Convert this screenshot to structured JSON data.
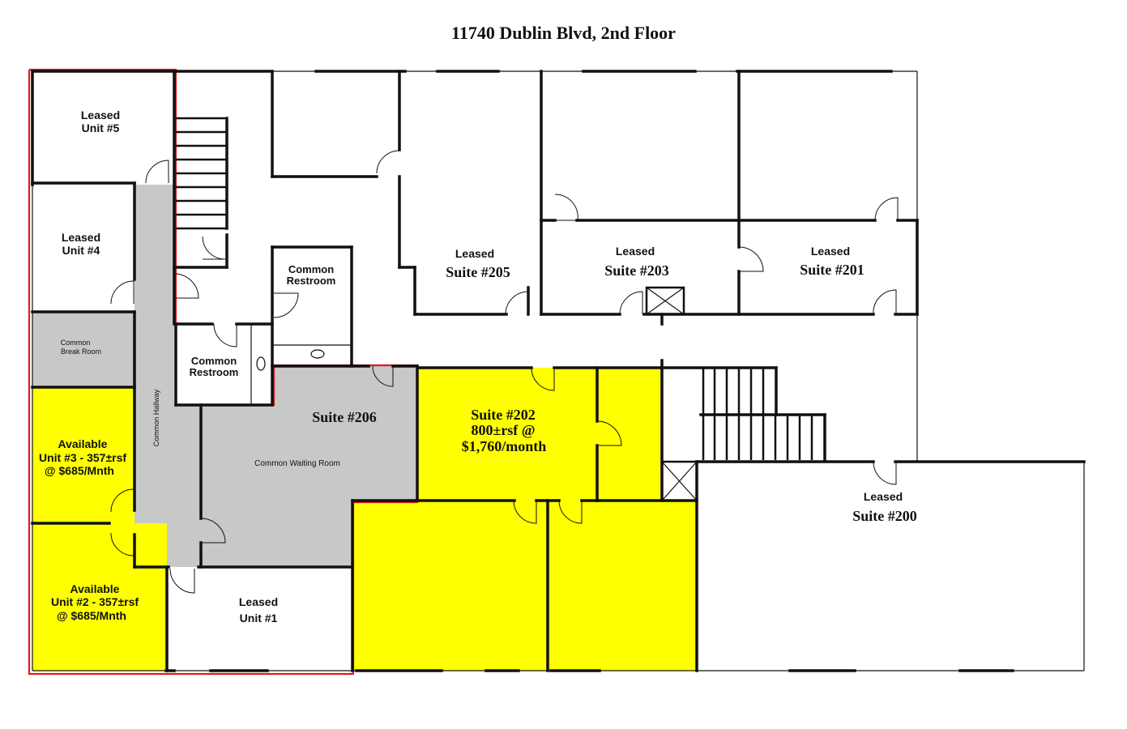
{
  "title": "11740 Dublin Blvd,  2nd Floor",
  "colors": {
    "available": "#ffff00",
    "common": "#c8c8c8",
    "outline": "#e01b1b",
    "wall": "#111111"
  },
  "rooms": {
    "unit5": {
      "line1": "Leased",
      "line2": "Unit #5"
    },
    "unit4": {
      "line1": "Leased",
      "line2": "Unit #4"
    },
    "break_room": {
      "line1": "Common",
      "line2": "Break Room"
    },
    "unit3": {
      "line1": "Available",
      "line2": "Unit #3 - 357±rsf",
      "line3": "@ $685/Mnth"
    },
    "unit2": {
      "line1": "Available",
      "line2": "Unit #2 - 357±rsf",
      "line3": "@ $685/Mnth"
    },
    "unit1": {
      "line1": "Leased",
      "line2": "Unit #1"
    },
    "hallway": {
      "label": "Common Hallway"
    },
    "restroom_a": {
      "line1": "Common",
      "line2": "Restroom"
    },
    "restroom_b": {
      "line1": "Common",
      "line2": "Restroom"
    },
    "suite206": {
      "label": "Suite #206",
      "sub": "Common Waiting Room"
    },
    "suite205": {
      "line1": "Leased",
      "line2": "Suite #205"
    },
    "suite203": {
      "line1": "Leased",
      "line2": "Suite #203"
    },
    "suite201": {
      "line1": "Leased",
      "line2": "Suite #201"
    },
    "suite202": {
      "line1": "Suite #202",
      "line2": "800±rsf @",
      "line3": "$1,760/month"
    },
    "suite200": {
      "line1": "Leased",
      "line2": "Suite #200"
    }
  }
}
